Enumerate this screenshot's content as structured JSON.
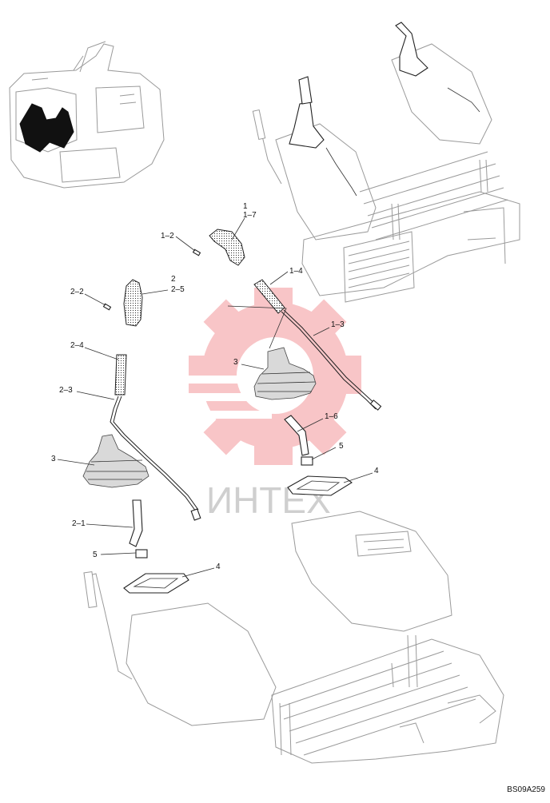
{
  "document_code": "BS09A259",
  "watermark_text": "ИНТЕХ",
  "colors": {
    "watermark_gear": "#e8333a",
    "line": "#222222"
  },
  "callouts": {
    "c1": "1",
    "c1_7": "1–7",
    "c1_2": "1–2",
    "c1_4": "1–4",
    "c1_3": "1–3",
    "c2": "2",
    "c2_5": "2–5",
    "c2_2": "2–2",
    "c2_4": "2–4",
    "c2_3": "2–3",
    "c3_right": "3",
    "c3_left": "3",
    "c1_6": "1–6",
    "c5_right": "5",
    "c4_right": "4",
    "c2_1": "2–1",
    "c5_left": "5",
    "c4_left": "4"
  }
}
